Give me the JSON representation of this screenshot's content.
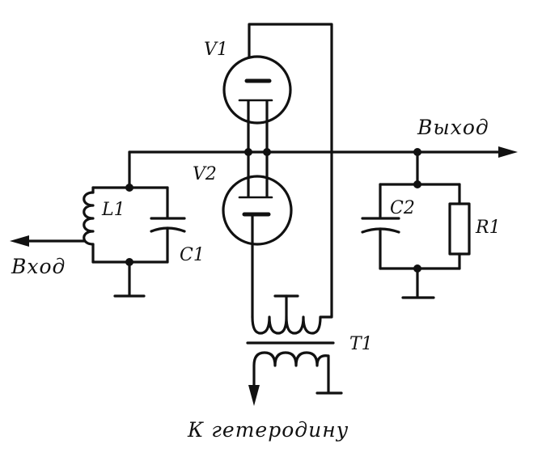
{
  "labels": {
    "v1": "V1",
    "v2": "V2",
    "l1": "L1",
    "c1": "C1",
    "c2": "C2",
    "r1": "R1",
    "t1": "T1",
    "output": "Выход",
    "input": "Вход",
    "heterodyne": "К гетеродину"
  }
}
